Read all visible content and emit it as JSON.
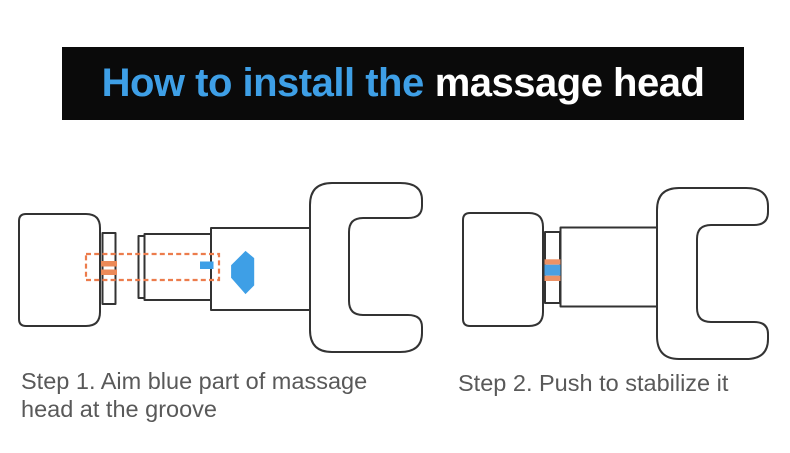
{
  "banner": {
    "highlight_text": "How to install the",
    "rest_text": "massage head"
  },
  "steps": [
    {
      "id": "step-1",
      "caption_line1": "Step 1. Aim blue part of massage",
      "caption_line2": "head at the groove"
    },
    {
      "id": "step-2",
      "caption_line1": "Step 2. Push to stabilize it",
      "caption_line2": ""
    }
  ],
  "icons": {
    "push_arrow": "left-block-arrow-icon"
  },
  "colors": {
    "banner_bg": "#0a0a0a",
    "title_highlight": "#3e9fe6",
    "title_rest": "#ffffff",
    "outline": "#333333",
    "caption_text": "#595959",
    "accent_blue": "#3e9fe6",
    "groove_orange": "#ec8a58",
    "dash_orange": "#ec7c4c",
    "stripe_orange": "#ec9266",
    "stripe_blue": "#4aa0e2",
    "background": "#ffffff"
  }
}
